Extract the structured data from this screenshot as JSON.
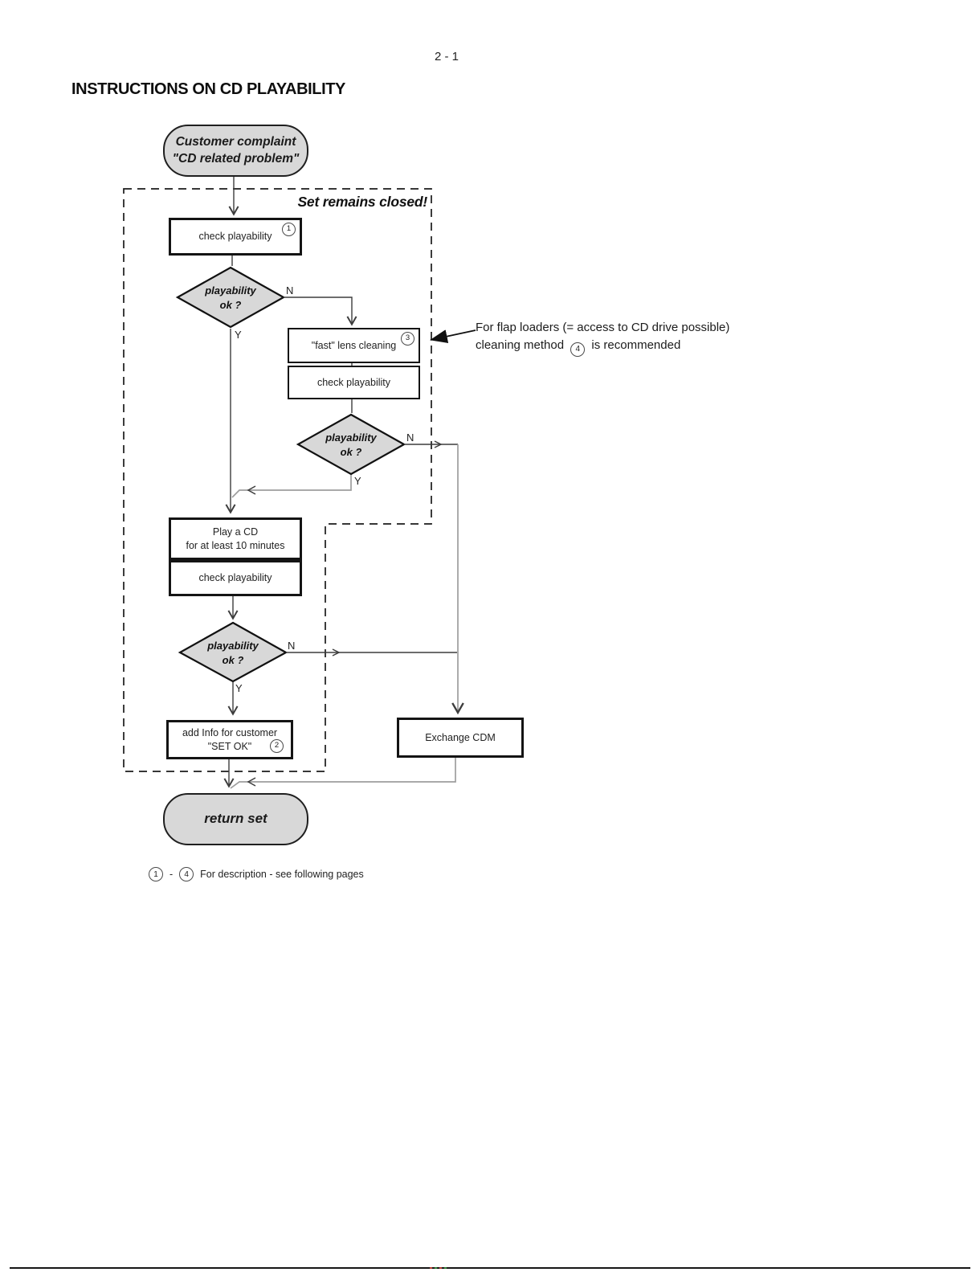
{
  "page": {
    "number": "2 - 1",
    "title": "INSTRUCTIONS ON CD PLAYABILITY"
  },
  "flow": {
    "frame_label": "Set remains closed!",
    "start": {
      "line1": "Customer complaint",
      "line2": "\"CD related problem\""
    },
    "check1": {
      "label": "check playability",
      "badge": "1"
    },
    "decision1": {
      "line1": "playability",
      "line2": "ok ?",
      "no": "N",
      "yes": "Y"
    },
    "fast_clean": {
      "label": "\"fast\" lens cleaning",
      "badge": "3"
    },
    "check2": {
      "label": "check playability"
    },
    "decision2": {
      "line1": "playability",
      "line2": "ok ?",
      "no": "N",
      "yes": "Y"
    },
    "play_cd": {
      "line1": "Play a CD",
      "line2": "for at least 10 minutes"
    },
    "check3": {
      "label": "check playability"
    },
    "decision3": {
      "line1": "playability",
      "line2": "ok ?",
      "no": "N",
      "yes": "Y"
    },
    "add_info": {
      "line1": "add Info for customer",
      "line2": "\"SET OK\"",
      "badge": "2"
    },
    "exchange": {
      "label": "Exchange CDM"
    },
    "end": {
      "label": "return set"
    }
  },
  "annotation": {
    "line1": "For flap loaders (= access to CD drive possible)",
    "line2_pre": "cleaning method",
    "line2_badge": "4",
    "line2_post": "is recommended"
  },
  "footnote": {
    "badge_from": "1",
    "dash": "-",
    "badge_to": "4",
    "text": "For description - see following pages"
  },
  "colors": {
    "shape_fill": "#d8d8d8",
    "line_dark": "#3d3d3d",
    "line_gray": "#9d9d9d",
    "border": "#111111"
  }
}
